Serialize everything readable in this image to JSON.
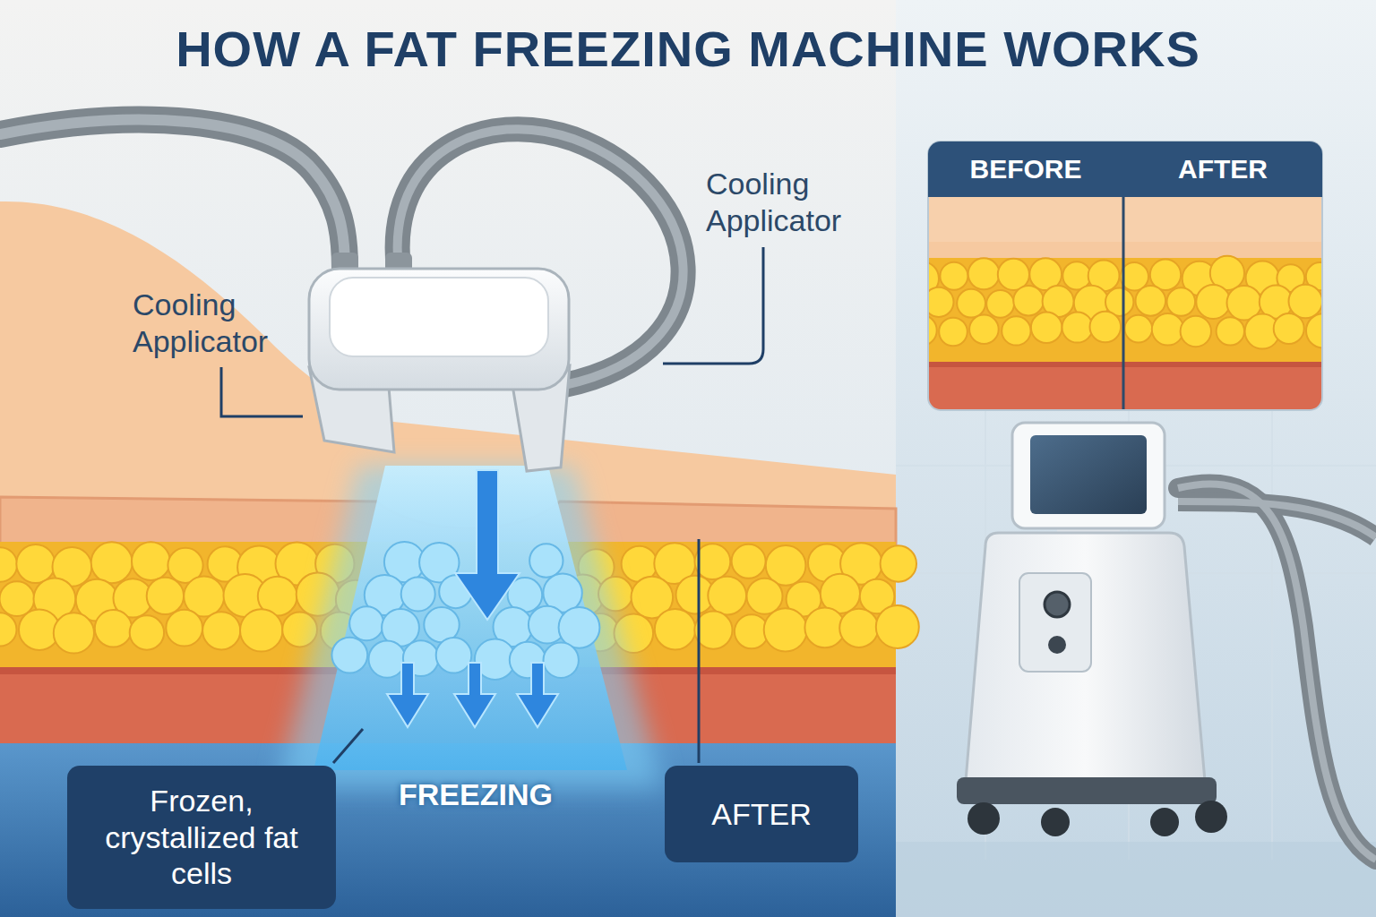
{
  "diagram": {
    "title": "HOW A FAT FREEZING MACHINE WORKS",
    "nodes": [
      {
        "text": [
          "BEFORE"
        ]
      },
      {
        "text": [
          "AFTER"
        ]
      },
      {
        "text": [
          "Frozen, crystallized fat cells"
        ]
      },
      {
        "text": [
          "AFTER"
        ]
      }
    ],
    "labels": [
      "Cooling Applicator",
      "Cooling Applicator",
      "FREEZING"
    ]
  }
}
